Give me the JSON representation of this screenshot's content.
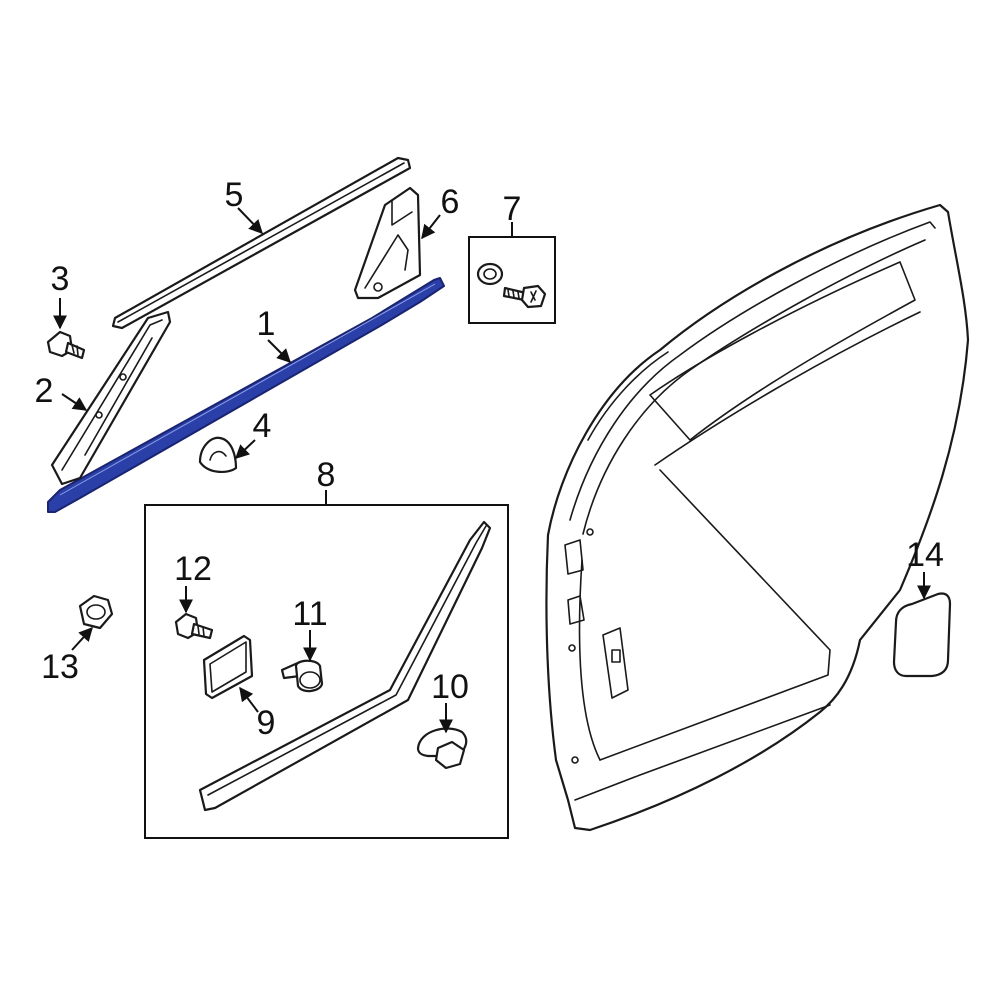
{
  "callouts": {
    "c1": "1",
    "c2": "2",
    "c3": "3",
    "c4": "4",
    "c5": "5",
    "c6": "6",
    "c7": "7",
    "c8": "8",
    "c9": "9",
    "c10": "10",
    "c11": "11",
    "c12": "12",
    "c13": "13",
    "c14": "14"
  },
  "colors": {
    "highlight": "#2a3fa8",
    "highlight_stroke": "#1a2470",
    "line": "#1a1a1a",
    "background": "#ffffff"
  }
}
